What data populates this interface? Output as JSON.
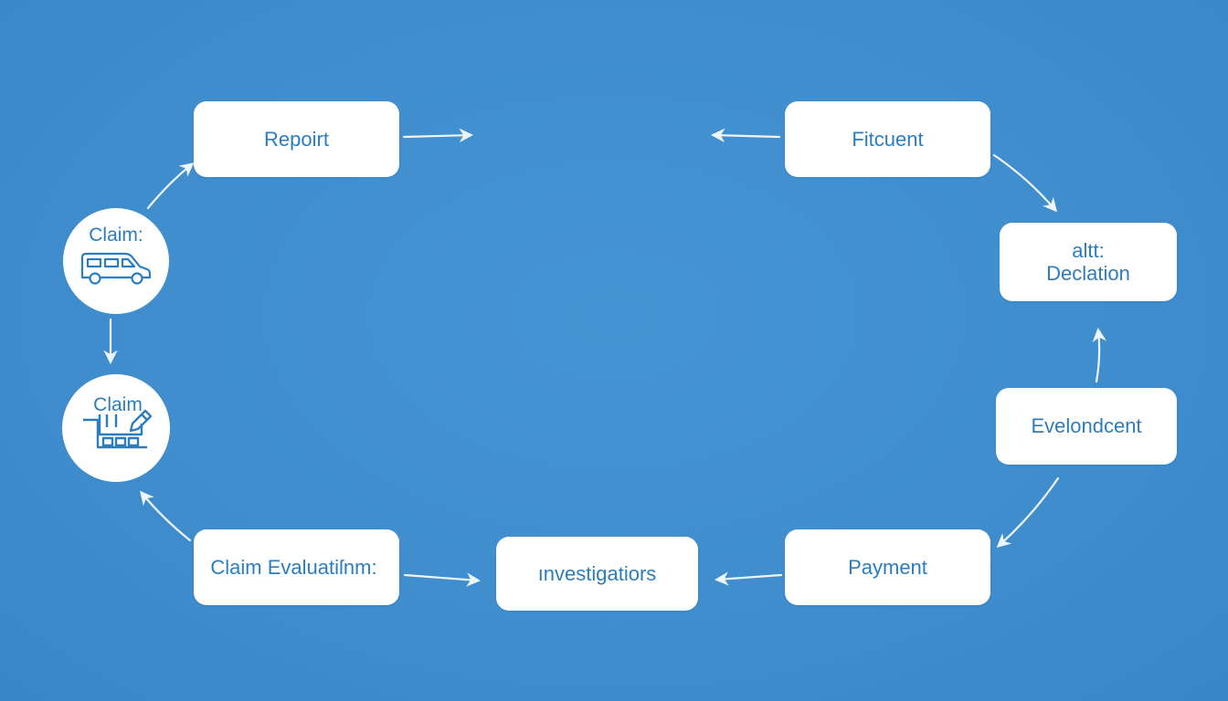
{
  "diagram": {
    "nodes": {
      "report": "Repoirt",
      "fitcuent": "Fitcuent",
      "declation_line1": "altt:",
      "declation_line2": "Declation",
      "evelondcent": "Evelondcent",
      "payment": "Payment",
      "investigations": "ınvestigatiors",
      "evaluation": "Claim Evaluatiſnm:",
      "claim_top": "Claim:",
      "claim_bottom": "Claim"
    },
    "icons": {
      "claim_top": "car-icon",
      "claim_bottom": "cart-icon"
    }
  }
}
